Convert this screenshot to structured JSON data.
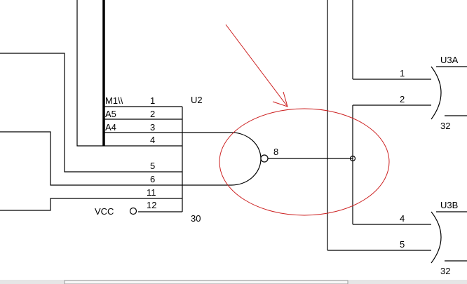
{
  "schematic": {
    "u2": {
      "ref": "U2",
      "number": "30",
      "pins": {
        "p1": "1",
        "p2": "2",
        "p3": "3",
        "p4": "4",
        "p5": "5",
        "p6": "6",
        "p11": "11",
        "p12": "12"
      },
      "pin_nets": {
        "m1": "M1\\\\",
        "a5": "A5",
        "a4": "A4",
        "vcc": "VCC"
      },
      "output_pin": "8"
    },
    "u3a": {
      "ref": "U3A",
      "pin_in1": "1",
      "pin_in2": "2",
      "pin_out": "32"
    },
    "u3b": {
      "ref": "U3B",
      "pin_in1": "4",
      "pin_in2": "5",
      "pin_out": "32"
    },
    "annotation_color": "#cc1f1f",
    "line_color": "#000000"
  }
}
